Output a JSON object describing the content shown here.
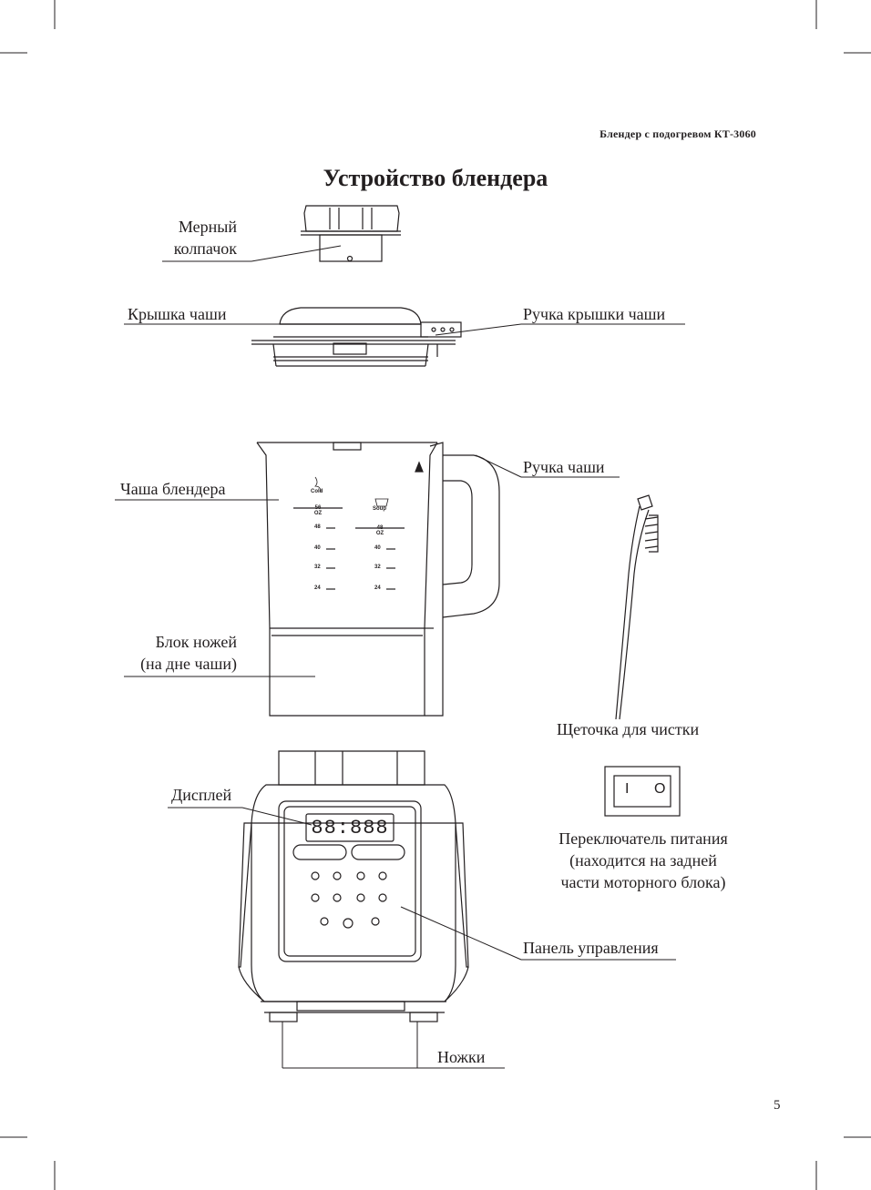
{
  "header": {
    "model_line": "Блендер с подогревом КТ-3060"
  },
  "title": "Устройство блендера",
  "labels": {
    "measuring_cap": [
      "Мерный",
      "колпачок"
    ],
    "jar_lid": "Крышка чаши",
    "lid_handle": "Ручка крышки чаши",
    "jar": "Чаша блендера",
    "jar_handle": "Ручка чаши",
    "blade_unit": [
      "Блок ножей",
      "(на дне чаши)"
    ],
    "brush": "Щеточка для чистки",
    "display": "Дисплей",
    "power_switch": [
      "Переключатель питания",
      "(находится на задней",
      "части моторного блока)"
    ],
    "control_panel": "Панель управления",
    "feet": "Ножки"
  },
  "jar_marks": {
    "cold_label": "Cold",
    "soup_label": "Soup",
    "cold_scale": [
      "56 OZ",
      "48",
      "40",
      "32",
      "24"
    ],
    "soup_scale": [
      "48 OZ",
      "40",
      "32",
      "24"
    ]
  },
  "display_digits": "88:888",
  "switch_symbols": {
    "on": "I",
    "off": "O"
  },
  "page_number": "5"
}
